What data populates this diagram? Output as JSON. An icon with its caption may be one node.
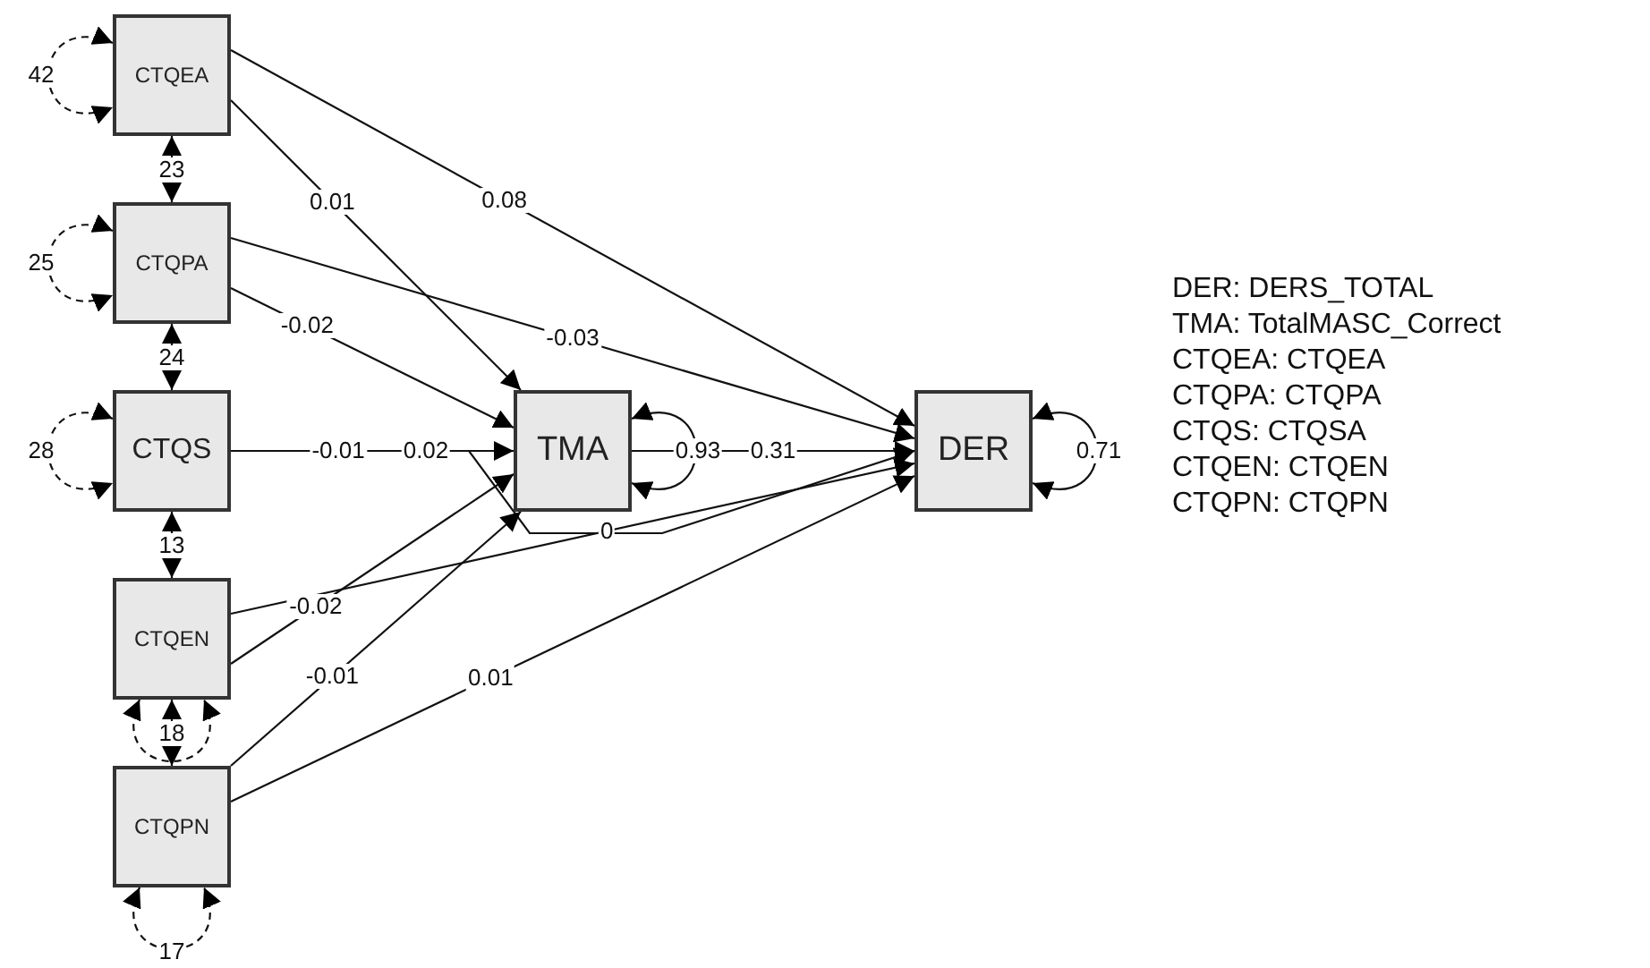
{
  "diagram": {
    "nodes": [
      {
        "text": [
          "CTQEA"
        ]
      },
      {
        "text": [
          "CTQPA"
        ]
      },
      {
        "text": [
          "CTQS"
        ]
      },
      {
        "text": [
          "CTQEN"
        ]
      },
      {
        "text": [
          "CTQPN"
        ]
      },
      {
        "text": [
          "TMA"
        ]
      },
      {
        "text": [
          "DER"
        ]
      }
    ],
    "edges": [
      {
        "from": 0,
        "to": 0,
        "arrow": "both",
        "label": "42",
        "style": "dashed"
      },
      {
        "from": 1,
        "to": 1,
        "arrow": "both",
        "label": "25",
        "style": "dashed"
      },
      {
        "from": 2,
        "to": 2,
        "arrow": "both",
        "label": "28",
        "style": "dashed"
      },
      {
        "from": 3,
        "to": 3,
        "arrow": "both",
        "style": "dashed"
      },
      {
        "from": 4,
        "to": 4,
        "arrow": "both",
        "label": "17",
        "style": "dashed"
      },
      {
        "from": 5,
        "to": 5,
        "arrow": "both",
        "label": "0.93"
      },
      {
        "from": 6,
        "to": 6,
        "arrow": "both",
        "label": "0.71"
      },
      {
        "from": 0,
        "to": 1,
        "arrow": "both",
        "label": "23"
      },
      {
        "from": 1,
        "to": 2,
        "arrow": "both",
        "label": "24"
      },
      {
        "from": 2,
        "to": 3,
        "arrow": "both",
        "label": "13"
      },
      {
        "from": 3,
        "to": 4,
        "arrow": "both",
        "label": "18"
      },
      {
        "from": 0,
        "to": 5,
        "arrow": "to",
        "label": "0.01"
      },
      {
        "from": 0,
        "to": 6,
        "arrow": "to",
        "label": "0.08"
      },
      {
        "from": 1,
        "to": 5,
        "arrow": "to",
        "label": "-0.02"
      },
      {
        "from": 1,
        "to": 6,
        "arrow": "to",
        "label": "-0.03"
      },
      {
        "from": 2,
        "to": 5,
        "arrow": "to",
        "label": "-0.01"
      },
      {
        "from": 2,
        "to": 6,
        "arrow": "to",
        "label": "0.02"
      },
      {
        "from": 3,
        "to": 5,
        "arrow": "to",
        "label": "-0.02"
      },
      {
        "from": 3,
        "to": 6,
        "arrow": "to",
        "label": "0"
      },
      {
        "from": 4,
        "to": 5,
        "arrow": "to",
        "label": "-0.01"
      },
      {
        "from": 4,
        "to": 6,
        "arrow": "to",
        "label": "0.01"
      },
      {
        "from": 5,
        "to": 6,
        "arrow": "to",
        "label": "0.31"
      }
    ],
    "labels": [
      "DER: DERS_TOTAL",
      "TMA: TotalMASC_Correct",
      "CTQEA: CTQEA",
      "CTQPA: CTQPA",
      "CTQS: CTQSA",
      "CTQEN: CTQEN",
      "CTQPN: CTQPN"
    ]
  }
}
